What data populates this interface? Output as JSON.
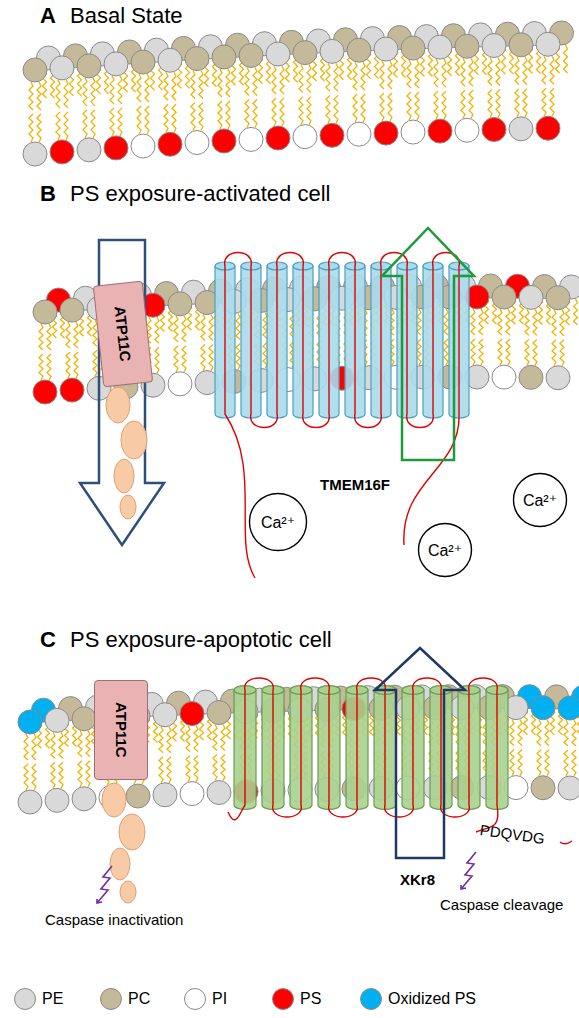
{
  "diagram": {
    "nodes": [
      {
        "text": [
          "ATP11C"
        ]
      },
      {
        "text": [
          "Ca²⁺"
        ]
      },
      {
        "text": [
          "Ca²⁺"
        ]
      },
      {
        "text": [
          "Ca²⁺"
        ]
      },
      {
        "text": [
          "ATP11C"
        ]
      }
    ],
    "labels": [
      "A",
      "Basal State",
      "B",
      "PS exposure-activated cell",
      "TMEM16F",
      "C",
      "PS exposure-apoptotic cell",
      "XKr8",
      "Caspase inactivation",
      "PDQVDG",
      "Caspase cleavage"
    ],
    "legend": [
      {
        "text": "PE",
        "color": "#d9d9d9"
      },
      {
        "text": "PC",
        "color": "#c4b998"
      },
      {
        "text": "PI",
        "color": "#ffffff"
      },
      {
        "text": "PS",
        "color": "#ff0000"
      },
      {
        "text": "Oxidized PS",
        "color": "#00b0f0"
      }
    ]
  }
}
